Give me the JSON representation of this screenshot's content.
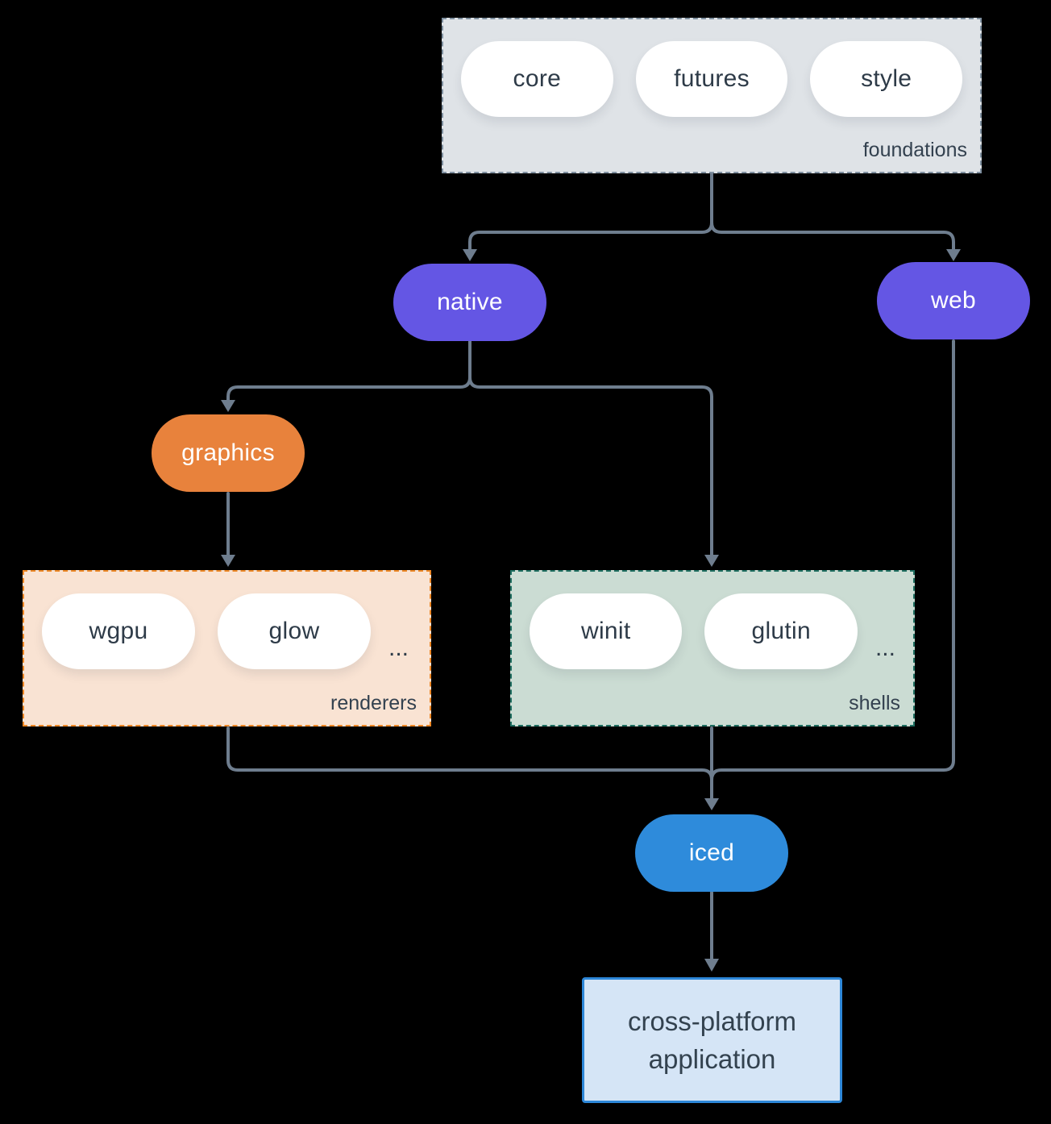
{
  "colors": {
    "background": "#000000",
    "connector": "#6e7d8e",
    "purple": "#6456e4",
    "orange": "#e8823c",
    "blue": "#2e8bdb",
    "foundations_fill": "#dfe3e7",
    "foundations_border": "#7f90a0",
    "renderers_fill": "#f9e3d3",
    "renderers_border": "#ee8826",
    "shells_fill": "#cbdcd3",
    "shells_border": "#1e6e60",
    "application_fill": "#d5e5f6",
    "application_border": "#2d87d8",
    "dark_text": "#2e3b48"
  },
  "groups": {
    "foundations": {
      "label": "foundations",
      "pills": [
        "core",
        "futures",
        "style"
      ]
    },
    "renderers": {
      "label": "renderers",
      "pills": [
        "wgpu",
        "glow"
      ],
      "ellipsis": "..."
    },
    "shells": {
      "label": "shells",
      "pills": [
        "winit",
        "glutin"
      ],
      "ellipsis": "..."
    }
  },
  "nodes": {
    "native": {
      "label": "native"
    },
    "web": {
      "label": "web"
    },
    "graphics": {
      "label": "graphics"
    },
    "iced": {
      "label": "iced"
    },
    "application": {
      "line1": "cross-platform",
      "line2": "application"
    }
  }
}
